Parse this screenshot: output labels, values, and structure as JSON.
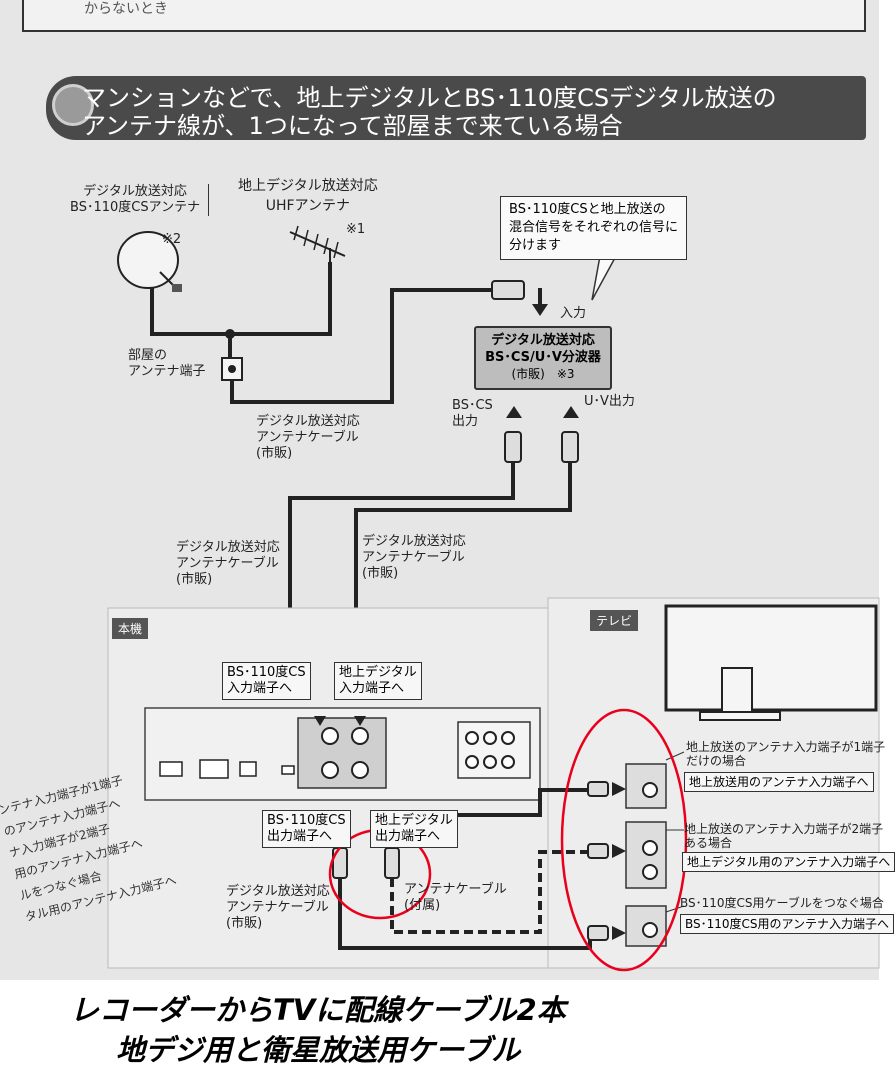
{
  "top_fragment": "からないとき",
  "header": {
    "line1": "マンションなどで、地上デジタルとBS･110度CSデジタル放送の",
    "line2": "アンテナ線が、1つになって部屋まで来ている場合"
  },
  "antennas": {
    "bs_title1": "デジタル放送対応",
    "bs_title2": "BS･110度CSアンテナ",
    "uhf_title1": "地上デジタル放送対応",
    "uhf_title2": "UHFアンテナ",
    "note2": "※2",
    "note1": "※1"
  },
  "callout": {
    "line1": "BS･110度CSと地上放送の",
    "line2": "混合信号をそれぞれの信号に",
    "line3": "分けます"
  },
  "splitter": {
    "input": "入力",
    "line1": "デジタル放送対応",
    "line2": "BS･CS/U･V分波器",
    "line3": "(市販)　※3",
    "bs_out1": "BS･CS",
    "bs_out2": "出力",
    "uv_out": "U･V出力"
  },
  "room_terminal": {
    "line1": "部屋の",
    "line2": "アンテナ端子"
  },
  "cable_top": {
    "line1": "デジタル放送対応",
    "line2": "アンテナケーブル",
    "line3": "(市販)"
  },
  "cable_left": {
    "line1": "デジタル放送対応",
    "line2": "アンテナケーブル",
    "line3": "(市販)"
  },
  "cable_right": {
    "line1": "デジタル放送対応",
    "line2": "アンテナケーブル",
    "line3": "(市販)"
  },
  "recorder": {
    "tag": "本機",
    "bs_in1": "BS･110度CS",
    "bs_in2": "入力端子へ",
    "terr_in1": "地上デジタル",
    "terr_in2": "入力端子へ",
    "bs_out1": "BS･110度CS",
    "bs_out2": "出力端子へ",
    "terr_out1": "地上デジタル",
    "terr_out2": "出力端子へ"
  },
  "bottom_cables": {
    "left1": "デジタル放送対応",
    "left2": "アンテナケーブル",
    "left3": "(市販)",
    "right1": "アンテナケーブル",
    "right2": "(付属)"
  },
  "tv": {
    "tag": "テレビ",
    "case1_a": "地上放送のアンテナ入力端子が1端子",
    "case1_b": "だけの場合",
    "case1_box": "地上放送用のアンテナ入力端子へ",
    "case2_a": "地上放送のアンテナ入力端子が2端子",
    "case2_b": "ある場合",
    "case2_box": "地上デジタル用のアンテナ入力端子へ",
    "case3_a": "BS･110度CS用ケーブルをつなぐ場合",
    "case3_box": "BS･110度CS用のアンテナ入力端子へ"
  },
  "left_margin": {
    "a": "ンテナ入力端子が1端子",
    "b": "のアンテナ入力端子へ",
    "c": "ナ入力端子が2端子",
    "d": "用のアンテナ入力端子へ",
    "e": "ルをつなぐ場合",
    "f": "タル用のアンテナ入力端子へ"
  },
  "caption": {
    "line1": "レコーダーからTVに配線ケーブル2本",
    "line2": "地デジ用と衛星放送用ケーブル"
  },
  "colors": {
    "highlight": "#e8001c",
    "ink": "#222222",
    "header": "#4a4a4a"
  }
}
